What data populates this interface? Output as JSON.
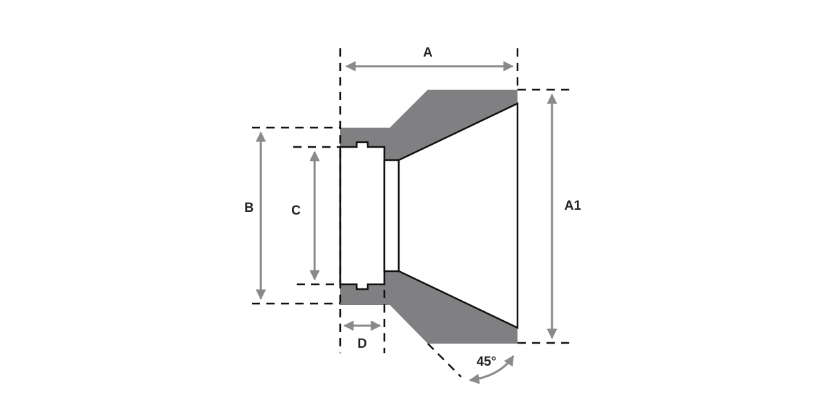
{
  "diagram": {
    "labels": {
      "A": "A",
      "A1": "A1",
      "B": "B",
      "C": "C",
      "D": "D",
      "angle": "45°"
    },
    "colors": {
      "body_fill": "#808083",
      "arrow": "#8a8a8c",
      "outline": "#111111"
    }
  }
}
